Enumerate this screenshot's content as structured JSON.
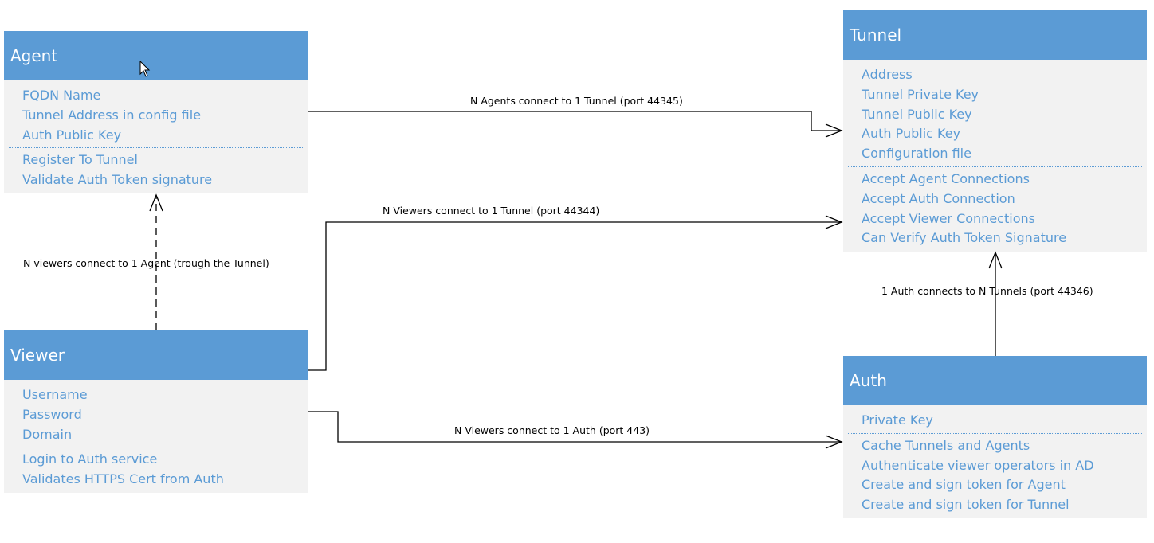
{
  "agent": {
    "title": "Agent",
    "attributes": [
      "FQDN Name",
      "Tunnel Address in config file",
      "Auth Public Key"
    ],
    "operations": [
      "Register To Tunnel",
      "Validate Auth Token signature"
    ]
  },
  "viewer": {
    "title": "Viewer",
    "attributes": [
      "Username",
      "Password",
      "Domain"
    ],
    "operations": [
      "Login to Auth service",
      "Validates HTTPS Cert from Auth"
    ]
  },
  "tunnel": {
    "title": "Tunnel",
    "attributes": [
      "Address",
      "Tunnel Private Key",
      "Tunnel Public Key",
      "Auth Public Key",
      "Configuration file"
    ],
    "operations": [
      "Accept Agent Connections",
      "Accept Auth Connection",
      "Accept Viewer Connections",
      "Can Verify Auth Token Signature"
    ]
  },
  "auth": {
    "title": "Auth",
    "attributes": [
      "Private Key"
    ],
    "operations": [
      "Cache Tunnels and Agents",
      "Authenticate viewer operators in AD",
      "Create and sign token for Agent",
      "Create and sign token for Tunnel"
    ]
  },
  "connections": {
    "agents_to_tunnel": "N Agents connect to 1 Tunnel (port 44345)",
    "viewers_to_tunnel": "N Viewers connect to 1 Tunnel (port 44344)",
    "viewers_to_agent": "N viewers connect to 1 Agent (trough the Tunnel)",
    "auth_to_tunnels": "1 Auth connects to N Tunnels (port 44346)",
    "viewers_to_auth": "N Viewers connect to 1 Auth (port 443)"
  },
  "colors": {
    "header": "#5b9bd5",
    "body": "#f2f2f2",
    "text": "#5b9bd5",
    "line": "#000000"
  }
}
